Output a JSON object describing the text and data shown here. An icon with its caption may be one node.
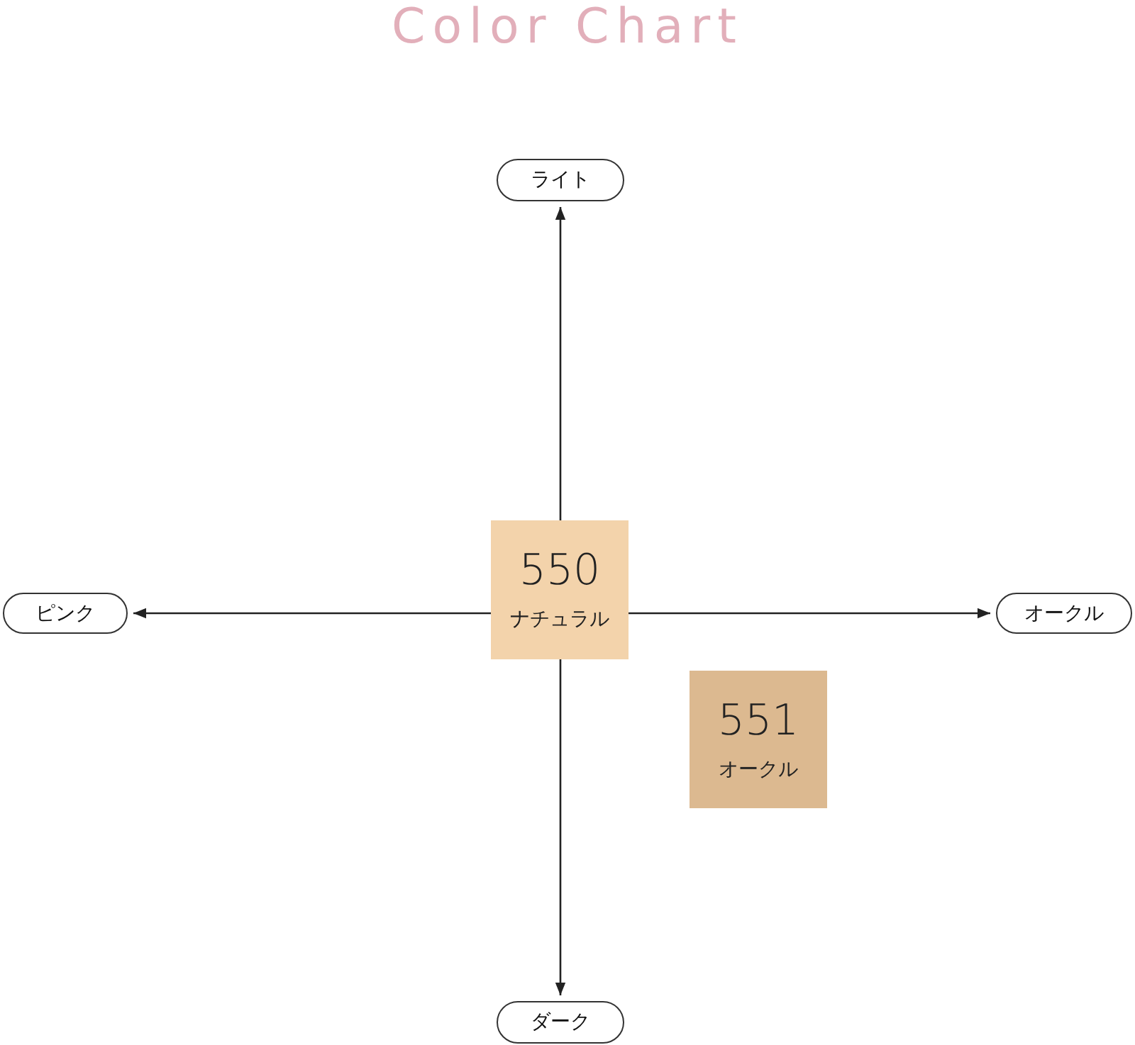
{
  "diagram": {
    "title": "Color Chart",
    "nodes": [
      {
        "text": [
          "ライト"
        ]
      },
      {
        "text": [
          "ピンク"
        ]
      },
      {
        "text": [
          "550",
          "ナチュラル"
        ]
      },
      {
        "text": [
          "オークル"
        ]
      },
      {
        "text": [
          "551",
          "オークル"
        ]
      },
      {
        "text": [
          "ダーク"
        ]
      }
    ],
    "edges": [
      {
        "from": 2,
        "to": 0,
        "arrow": "to"
      },
      {
        "from": 2,
        "to": 1,
        "arrow": "to"
      },
      {
        "from": 2,
        "to": 3,
        "arrow": "to"
      },
      {
        "from": 2,
        "to": 5,
        "arrow": "to"
      }
    ]
  }
}
